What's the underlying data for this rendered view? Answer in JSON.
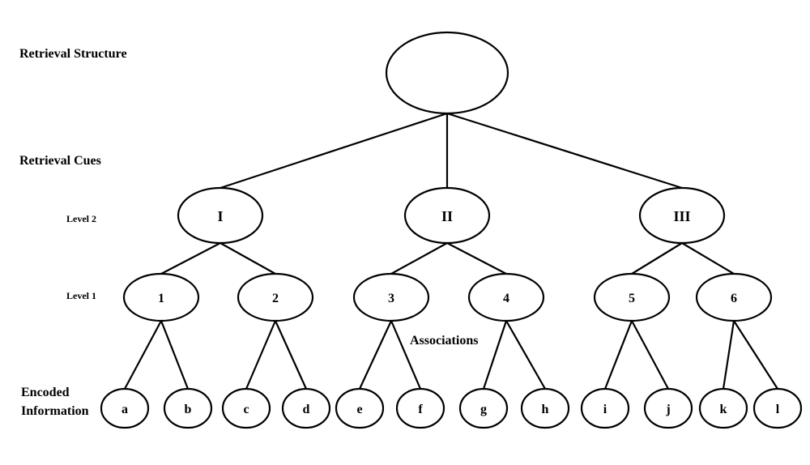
{
  "labels": {
    "retrieval_structure": "Retrieval Structure",
    "retrieval_cues": "Retrieval Cues",
    "level_2": "Level 2",
    "level_1": "Level 1",
    "encoded_line1": "Encoded",
    "encoded_line2": "Information",
    "associations": "Associations"
  },
  "tree": {
    "root": {
      "id": "root",
      "label": ""
    },
    "level2": [
      {
        "id": "I",
        "label": "I"
      },
      {
        "id": "II",
        "label": "II"
      },
      {
        "id": "III",
        "label": "III"
      }
    ],
    "level1": [
      {
        "id": "1",
        "label": "1",
        "parent": "I"
      },
      {
        "id": "2",
        "label": "2",
        "parent": "I"
      },
      {
        "id": "3",
        "label": "3",
        "parent": "II"
      },
      {
        "id": "4",
        "label": "4",
        "parent": "II"
      },
      {
        "id": "5",
        "label": "5",
        "parent": "III"
      },
      {
        "id": "6",
        "label": "6",
        "parent": "III"
      }
    ],
    "leaves": [
      {
        "id": "a",
        "label": "a",
        "parent": "1"
      },
      {
        "id": "b",
        "label": "b",
        "parent": "1"
      },
      {
        "id": "c",
        "label": "c",
        "parent": "2"
      },
      {
        "id": "d",
        "label": "d",
        "parent": "2"
      },
      {
        "id": "e",
        "label": "e",
        "parent": "3"
      },
      {
        "id": "f",
        "label": "f",
        "parent": "3"
      },
      {
        "id": "g",
        "label": "g",
        "parent": "4"
      },
      {
        "id": "h",
        "label": "h",
        "parent": "4"
      },
      {
        "id": "i",
        "label": "i",
        "parent": "5"
      },
      {
        "id": "j",
        "label": "j",
        "parent": "5"
      },
      {
        "id": "k",
        "label": "k",
        "parent": "6"
      },
      {
        "id": "l",
        "label": "l",
        "parent": "6"
      }
    ]
  }
}
